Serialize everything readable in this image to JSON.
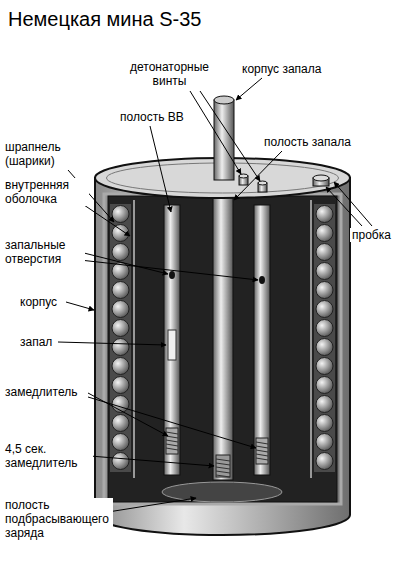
{
  "diagram": {
    "title": "Немецкая мина S-35",
    "labels": [
      "детонаторные винты",
      "корпус запала",
      "полость ВВ",
      "полость запала",
      "шрапнель (шарики)",
      "внутренняя оболочка",
      "пробка",
      "запальные отверстия",
      "корпус",
      "запал",
      "замедлитель",
      "4,5 сек. замедлитель",
      "полость подбрасывающего заряда"
    ]
  }
}
